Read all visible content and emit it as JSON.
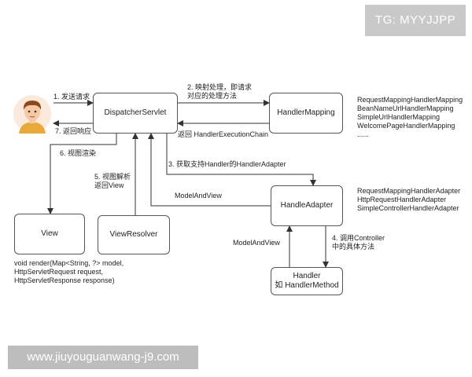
{
  "watermarks": {
    "top": "TG: MYYJJPP",
    "bottom": "www.jiuyouguanwang-j9.com"
  },
  "nodes": {
    "dispatcher": "DispatcherServlet",
    "handler_mapping": "HandlerMapping",
    "handle_adapter": "HandleAdapter",
    "view": "View",
    "view_resolver": "ViewResolver",
    "handler_line1": "Handler",
    "handler_line2": "如 HandlerMethod"
  },
  "edges": {
    "send_request": "1. 发送请求",
    "mapping_line1": "2. 映射处理，即请求",
    "mapping_line2": "对应的处理方法",
    "return_chain": "返回 HandlerExecutionChain",
    "get_adapter": "3. 获取支持Handler的HandlerAdapter",
    "call_line1": "4. 调用Controller",
    "call_line2": "中的具体方法",
    "resolve_line1": "5. 视图解析",
    "resolve_line2": "返回View",
    "render": "6. 视图渲染",
    "respond": "7. 返回响应",
    "mav_dispatcher": "ModelAndView",
    "mav_handler": "ModelAndView"
  },
  "notes": {
    "mapping_impls": [
      "RequestMappingHandlerMapping",
      "BeanNameUrlHandlerMapping",
      "SimpleUrlHandlerMapping",
      "WelcomePageHandlerMapping",
      "......"
    ],
    "adapter_impls": [
      "RequestMappingHandlerAdapter",
      "HttpRequestHandlerAdapter",
      "SimpleControllerHandlerAdapter"
    ],
    "render_signature": [
      "void render(Map<String, ?> model,",
      "HttpServletRequest request,",
      "HttpServletResponse response)"
    ]
  },
  "colors": {
    "box_border": "#555555",
    "arrow": "#333333",
    "avatar_skin": "#f6c9a4",
    "avatar_hair": "#8a4a1c",
    "avatar_shirt": "#e9a93a"
  },
  "icons": {
    "user": "user-avatar-icon"
  }
}
